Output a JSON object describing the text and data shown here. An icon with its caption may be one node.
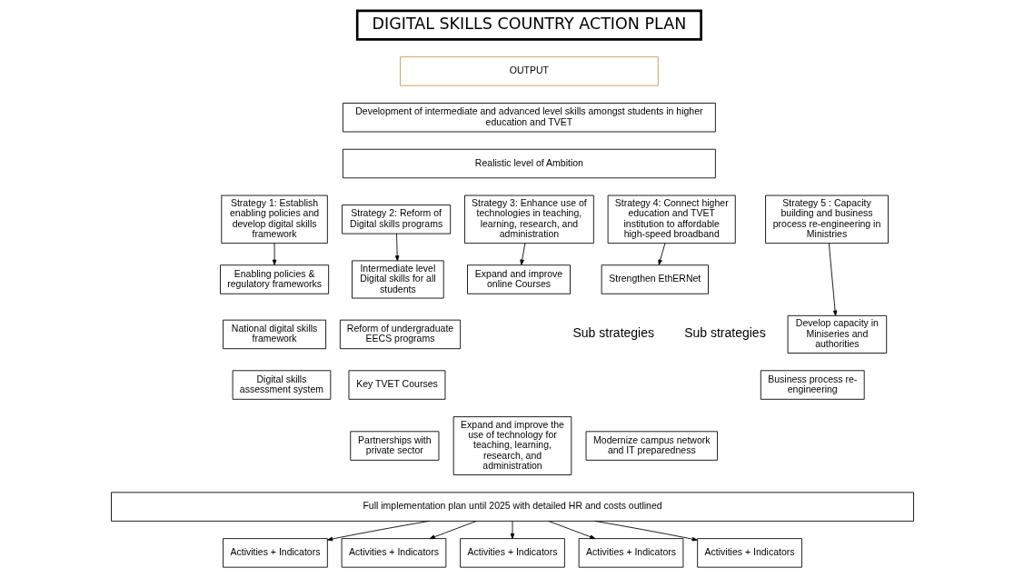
{
  "diagram": {
    "nodes": [
      {
        "text": [
          "DIGITAL SKILLS COUNTRY ACTION PLAN"
        ]
      },
      {
        "text": [
          "OUTPUT"
        ]
      },
      {
        "text": [
          "Development of intermediate and advanced level skills amongst students in higher education and TVET"
        ]
      },
      {
        "text": [
          "Realistic level of Ambition"
        ]
      },
      {
        "text": [
          "Strategy 1: Establish enabling policies and develop digital skills framework"
        ]
      },
      {
        "text": [
          "Strategy 2: Reform of Digital skills programs"
        ]
      },
      {
        "text": [
          "Strategy 3: Enhance use of technologies in teaching, learning, research, and administration"
        ]
      },
      {
        "text": [
          "Strategy 4: Connect higher education and TVET institution to affordable high-speed broadband"
        ]
      },
      {
        "text": [
          "Strategy 5 : Capacity building and business process re-engineering in Ministries"
        ]
      },
      {
        "text": [
          "Enabling policies & regulatory frameworks"
        ]
      },
      {
        "text": [
          "National digital skills framework"
        ]
      },
      {
        "text": [
          "Digital skills assessment system"
        ]
      },
      {
        "text": [
          "Intermediate level Digital skills for all students"
        ]
      },
      {
        "text": [
          "Reform of undergraduate EECS programs"
        ]
      },
      {
        "text": [
          "Key TVET Courses"
        ]
      },
      {
        "text": [
          "Partnerships with private sector"
        ]
      },
      {
        "text": [
          "Expand and improve online Courses"
        ]
      },
      {
        "text": [
          "Expand and improve the use of technology for teaching, learning, research, and administration"
        ]
      },
      {
        "text": [
          "Strengthen EthERNet"
        ]
      },
      {
        "text": [
          "Modernize campus network and IT preparedness"
        ]
      },
      {
        "text": [
          "Develop capacity in Miniseries and authorities"
        ]
      },
      {
        "text": [
          "Business process re-engineering"
        ]
      },
      {
        "text": [
          "Full implementation plan until 2025 with detailed HR and costs outlined"
        ]
      },
      {
        "text": [
          "Activities + Indicators"
        ]
      },
      {
        "text": [
          "Activities + Indicators"
        ]
      },
      {
        "text": [
          "Activities + Indicators"
        ]
      },
      {
        "text": [
          "Activities + Indicators"
        ]
      },
      {
        "text": [
          "Activities + Indicators"
        ]
      }
    ],
    "edges": [
      {
        "from": 4,
        "to": 9,
        "arrow": "to"
      },
      {
        "from": 5,
        "to": 12,
        "arrow": "to"
      },
      {
        "from": 6,
        "to": 16,
        "arrow": "to"
      },
      {
        "from": 7,
        "to": 18,
        "arrow": "to"
      },
      {
        "from": 8,
        "to": 20,
        "arrow": "to"
      },
      {
        "from": 22,
        "to": 23,
        "arrow": "to"
      },
      {
        "from": 22,
        "to": 24,
        "arrow": "to"
      },
      {
        "from": 22,
        "to": 25,
        "arrow": "to"
      },
      {
        "from": 22,
        "to": 26,
        "arrow": "to"
      },
      {
        "from": 22,
        "to": 27,
        "arrow": "to"
      }
    ],
    "labels": [
      "Sub strategies",
      "Sub strategies"
    ]
  }
}
